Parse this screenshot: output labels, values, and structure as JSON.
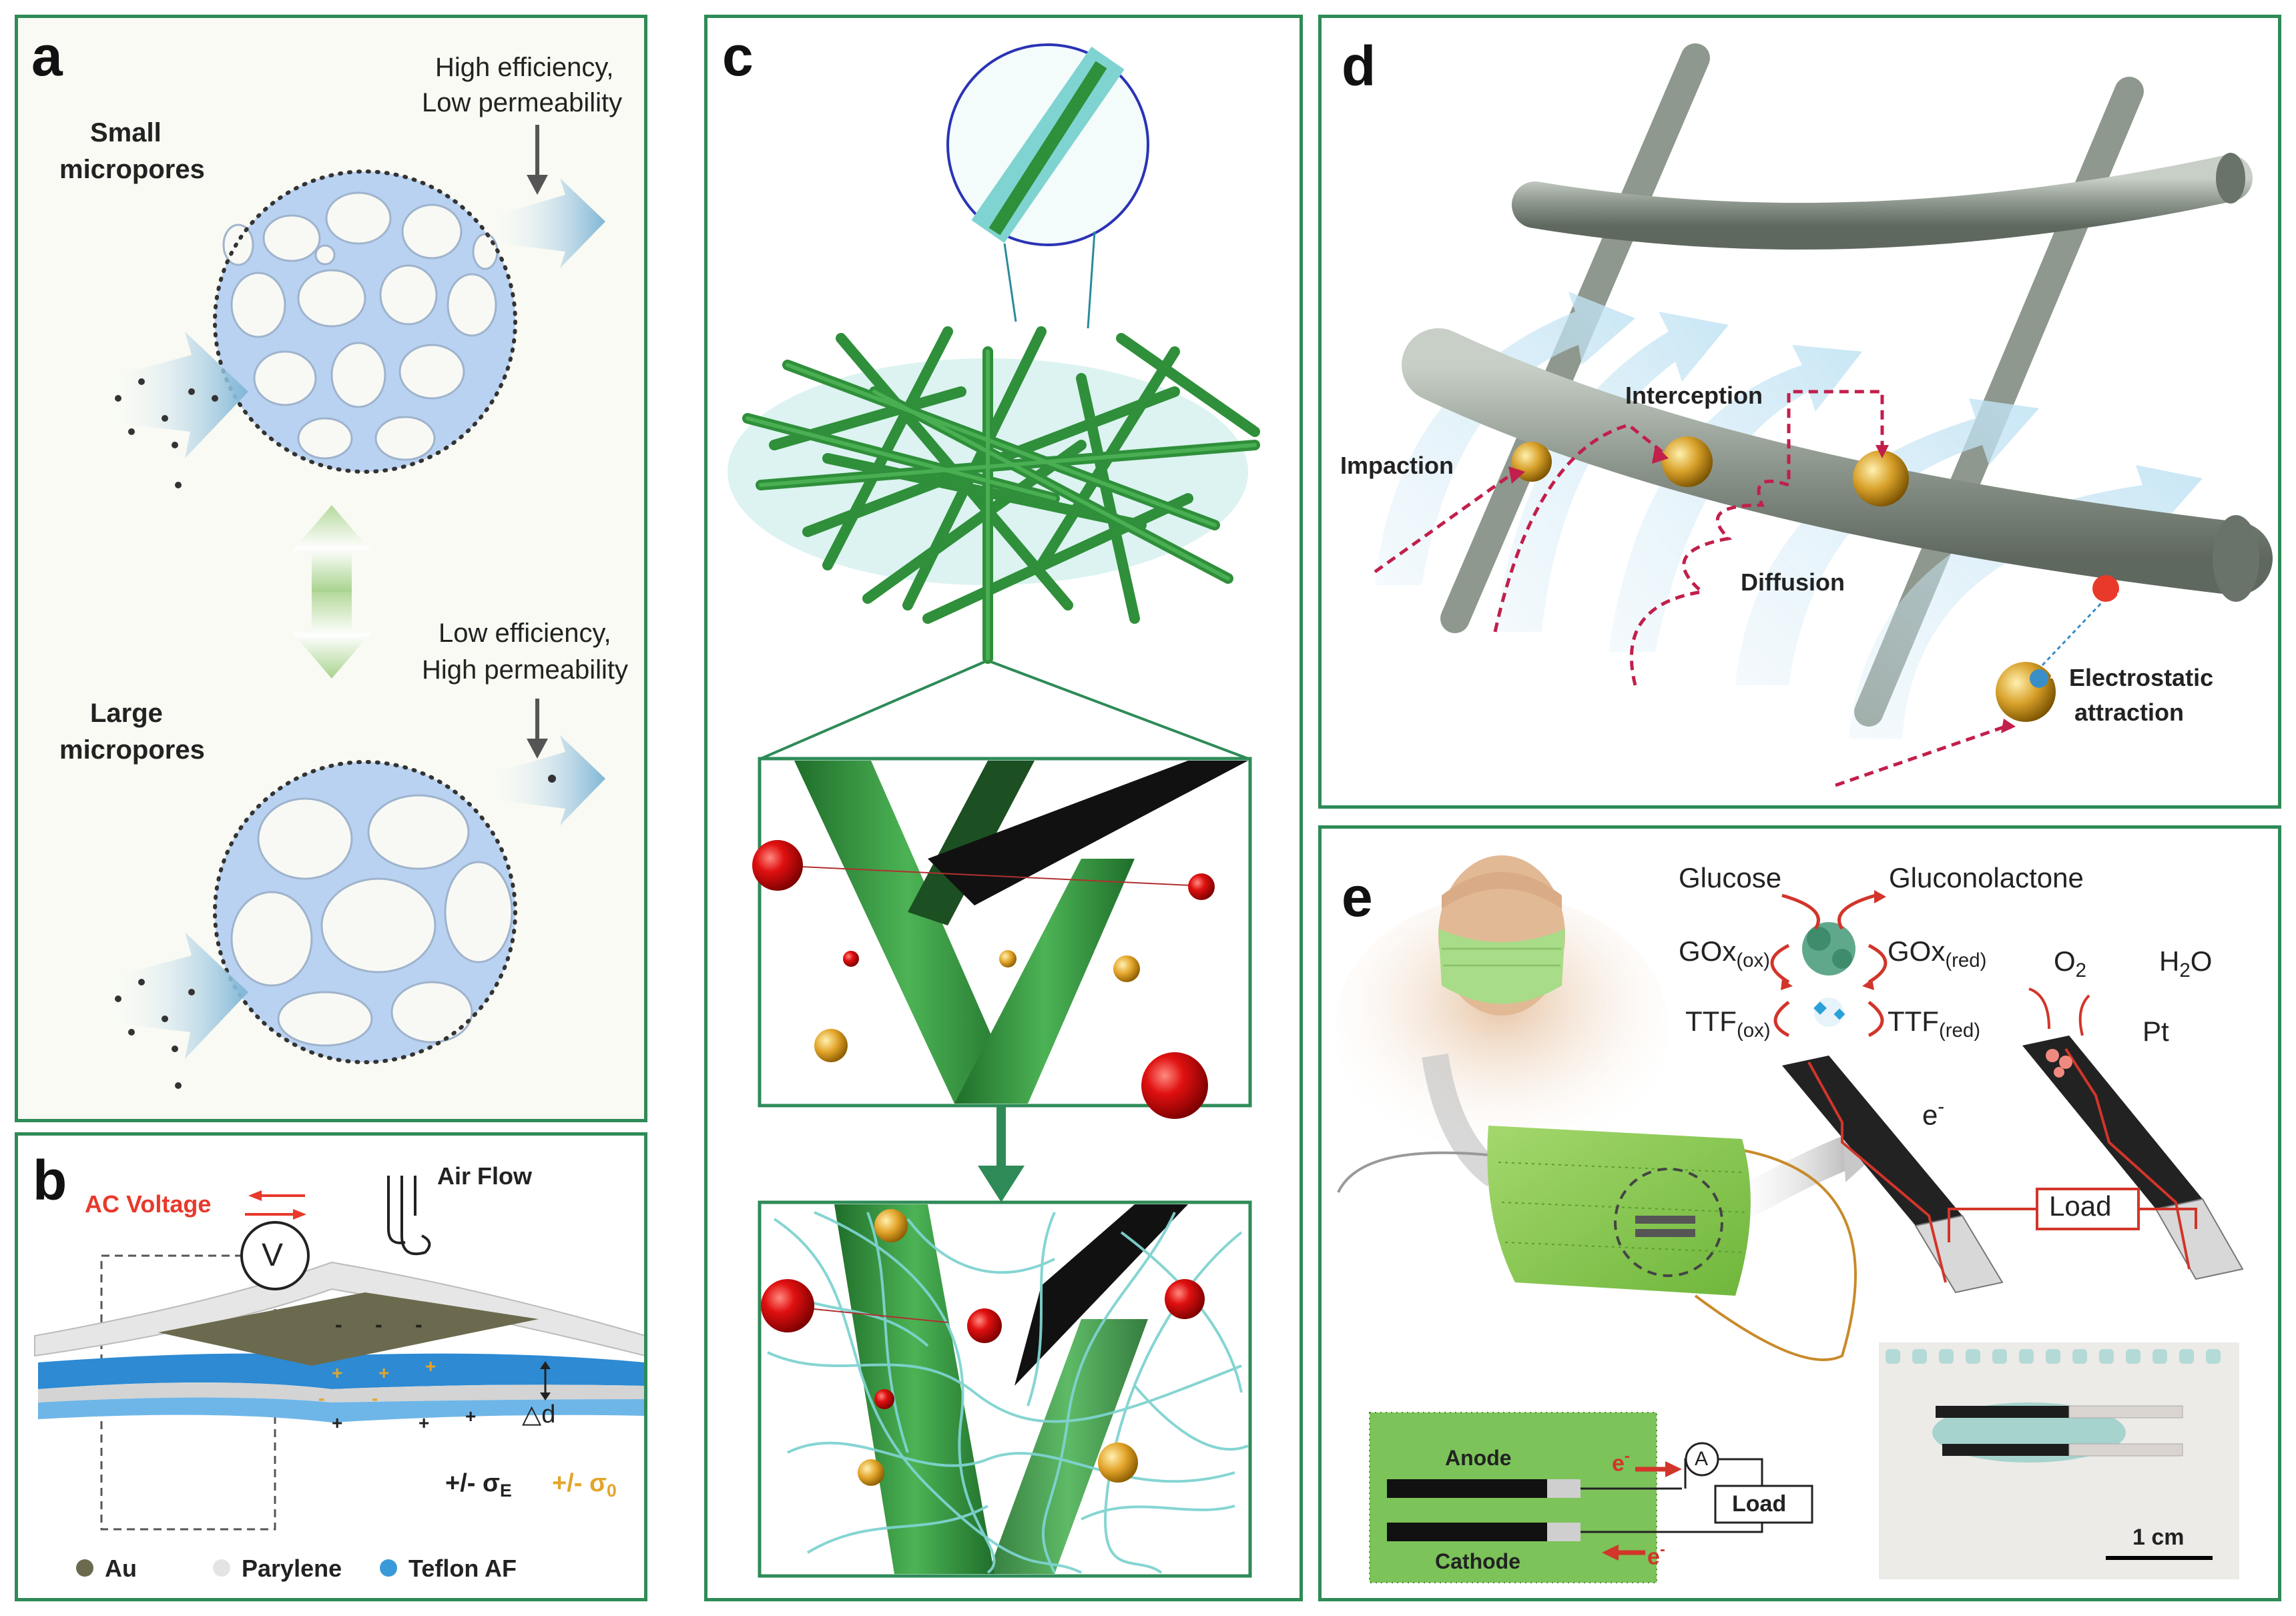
{
  "panel_a": {
    "label": "a",
    "small_pores_line1": "Small",
    "small_pores_line2": "micropores",
    "high_eff_line1": "High efficiency,",
    "high_eff_line2": "Low permeability",
    "large_pores_line1": "Large",
    "large_pores_line2": "micropores",
    "low_eff_line1": "Low efficiency,",
    "low_eff_line2": "High permeability"
  },
  "panel_b": {
    "label": "b",
    "ac_voltage": "AC Voltage",
    "air_flow": "Air Flow",
    "voltmeter": "V",
    "minus": "-",
    "plus": "+",
    "delta_d": "△d",
    "sigma_e_prefix": "+/- σ",
    "sigma_e_sub": "E",
    "sigma_0_prefix": "+/- σ",
    "sigma_0_sub": "0",
    "legend": [
      {
        "label": "Au",
        "color": "#6b6a4e"
      },
      {
        "label": "Parylene",
        "color": "#e4e4e4"
      },
      {
        "label": "Teflon AF",
        "color": "#3a9ad9"
      }
    ]
  },
  "panel_c": {
    "label": "c"
  },
  "panel_d": {
    "label": "d",
    "impaction": "Impaction",
    "interception": "Interception",
    "diffusion": "Diffusion",
    "electrostatic_line1": "Electrostatic",
    "electrostatic_line2": "attraction",
    "minus": "-",
    "plus": "+"
  },
  "panel_e": {
    "label": "e",
    "glucose": "Glucose",
    "gluconolactone": "Gluconolactone",
    "gox": "GOx",
    "ox": "(ox)",
    "red": "(red)",
    "ttf": "TTF",
    "o2_main": "O",
    "o2_sub": "2",
    "h2o_h": "H",
    "h2o_sub": "2",
    "h2o_o": "O",
    "pt": "Pt",
    "electron": "e",
    "electron_sup": "-",
    "load": "Load",
    "anode": "Anode",
    "cathode": "Cathode",
    "ammeter": "A",
    "scale": "1 cm"
  },
  "colors": {
    "frame": "#2e8b57",
    "red_text": "#e8392b",
    "gold": "#e3a52b",
    "fiber_green": "#2f8f3a",
    "mesh_cyan": "#7fd3d0",
    "pore_blue": "#b9d2f1"
  }
}
